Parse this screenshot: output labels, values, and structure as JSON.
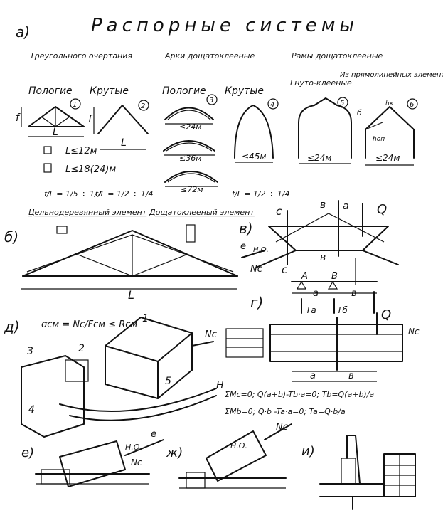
{
  "title": "Распорные системы",
  "sections": {
    "a": "а)",
    "b": "б)",
    "v": "в)",
    "g": "г)",
    "d": "д)",
    "e": "е)",
    "zh": "ж)",
    "i": "и)"
  },
  "groups": {
    "triangular": "Треугольного очертания",
    "arches": "Арки дощатоклееные",
    "frames": "Рамы дощатоклееные"
  },
  "subgroups": {
    "gentle1": "Пологие",
    "steep1": "Крутые",
    "gentle2": "Пологие",
    "steep2": "Крутые",
    "bent": "Гнуто-клееные",
    "straight": "Из прямолинейных элементов"
  },
  "circles": [
    "1",
    "2",
    "3",
    "4",
    "5",
    "6"
  ],
  "spans": {
    "arch24": "≤24м",
    "arch36": "≤36м",
    "arch72": "≤72м",
    "steep45": "≤45м",
    "frame24a": "≤24м",
    "frame24b": "≤24м"
  },
  "limits": {
    "l12": "L≤12м",
    "l18": "L≤18(24)м",
    "f_ratio1": "f/L = 1/5 ÷ 1/7",
    "f_ratio2": "f/L = 1/2 ÷ 1/4",
    "f_ratio3": "f/L = 1/2 ÷ 1/4"
  },
  "letters": {
    "f": "f",
    "L": "L",
    "hk": "hк",
    "hon": "hоп",
    "b": "б"
  },
  "truss_labels": {
    "solid": "Цельнодеревянный элемент",
    "glued": "Дощатоклееный элемент",
    "L": "L"
  },
  "joint_labels": {
    "c1": "c",
    "c2": "c",
    "b1": "в",
    "b2": "в",
    "a": "a",
    "Q": "Q",
    "e": "e",
    "Nc": "Nc",
    "HO": "Н.О.",
    "A": "А",
    "B": "В",
    "a2": "a",
    "b3": "в",
    "Ta": "Tа",
    "Tb": "Tб",
    "Q2": "Q",
    "Nc2": "Nc",
    "a3": "a",
    "b4": "в"
  },
  "formulas": {
    "stress": "σсм = Nc/Fсм ≤ Rсм",
    "mc": "ΣMc=0;  Q(a+b)-Tb·a=0;  Tb=Q(a+b)/a",
    "mb": "ΣMb=0;  Q·b -Ta·a=0;  Ta=Q·b/a"
  },
  "d_labels": {
    "n1": "1",
    "n2": "2",
    "n3": "3",
    "n4": "4",
    "n5": "5",
    "Nc": "Nc",
    "H": "H"
  },
  "e_labels": {
    "HO1": "Н.О.",
    "e1": "e",
    "Nc1": "Nc",
    "HO2": "Н.О.",
    "Nc2": "Nc"
  }
}
